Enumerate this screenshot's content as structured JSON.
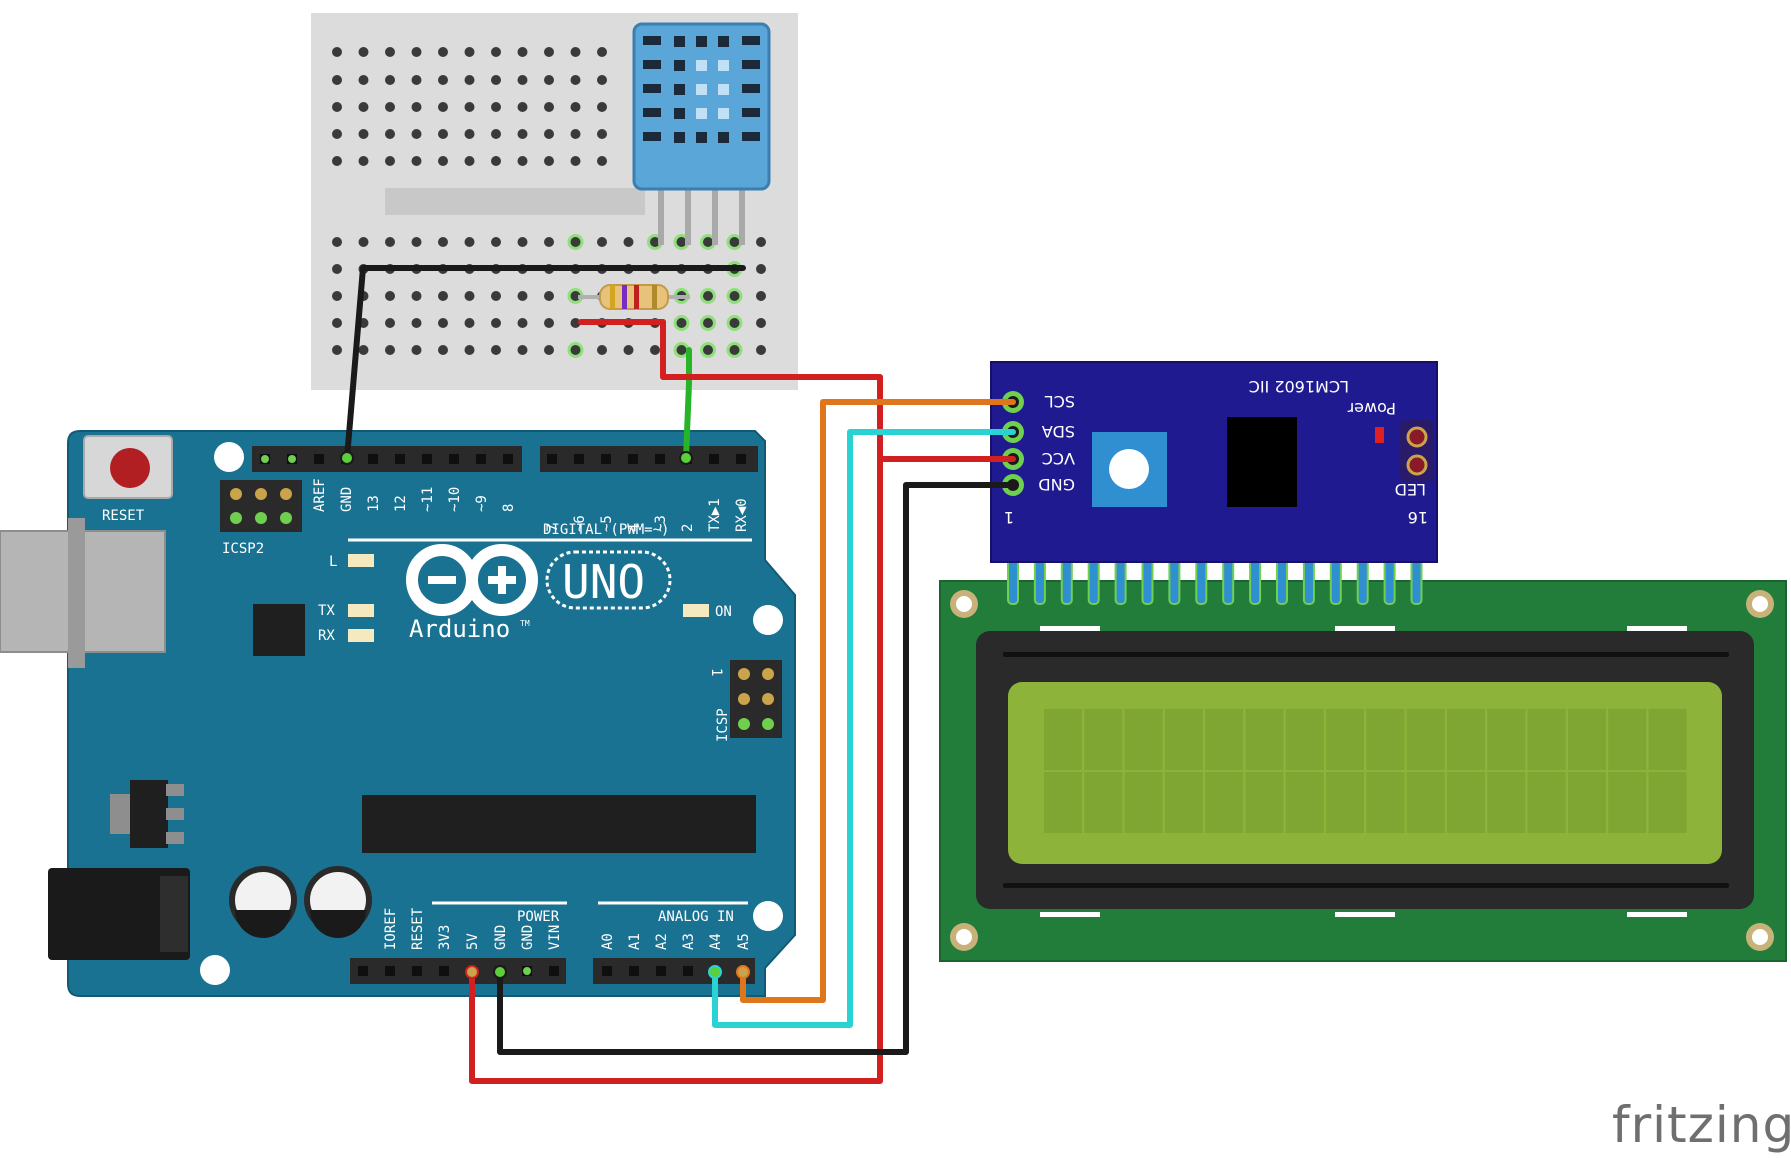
{
  "arduino": {
    "reset_label": "RESET",
    "icsp2_label": "ICSP2",
    "icsp_label": "ICSP",
    "icsp_pin1": "1",
    "l_label": "L",
    "tx_label": "TX",
    "rx_label": "RX",
    "on_label": "ON",
    "logo_uno": "UNO",
    "logo_text": "Arduino",
    "logo_tm": "TM",
    "digital_label": "DIGITAL (PWM=~)",
    "power_label": "POWER",
    "analog_label": "ANALOG IN",
    "digital_pins_left": [
      "AREF",
      "GND",
      "13",
      "12",
      "~11",
      "~10",
      "~9",
      "8"
    ],
    "digital_pins_right": [
      "7",
      "~6",
      "~5",
      "4",
      "~3",
      "2",
      "TX▶1",
      "RX◀0"
    ],
    "power_pins": [
      "IOREF",
      "RESET",
      "3V3",
      "5V",
      "GND",
      "GND",
      "VIN"
    ],
    "analog_pins": [
      "A0",
      "A1",
      "A2",
      "A3",
      "A4",
      "A5"
    ]
  },
  "i2c_module": {
    "title": "LCM1602 IIC",
    "pins": [
      "SCL",
      "SDA",
      "VCC",
      "GND"
    ],
    "power_label": "Power",
    "led_label": "LED",
    "pin_first": "1",
    "pin_last": "16"
  },
  "brand": {
    "logo": "fritzing"
  },
  "colors": {
    "arduino_board": "#1a7292",
    "i2c_board": "#1f1a8f",
    "lcd_pcb": "#227c3a",
    "lcd_screen": "#8db33a",
    "sensor": "#5aa6d8",
    "wire_red": "#d21f1f",
    "wire_black": "#1a1a1a",
    "wire_orange": "#e0761c",
    "wire_cyan": "#29d3d3",
    "wire_green": "#27b427"
  }
}
